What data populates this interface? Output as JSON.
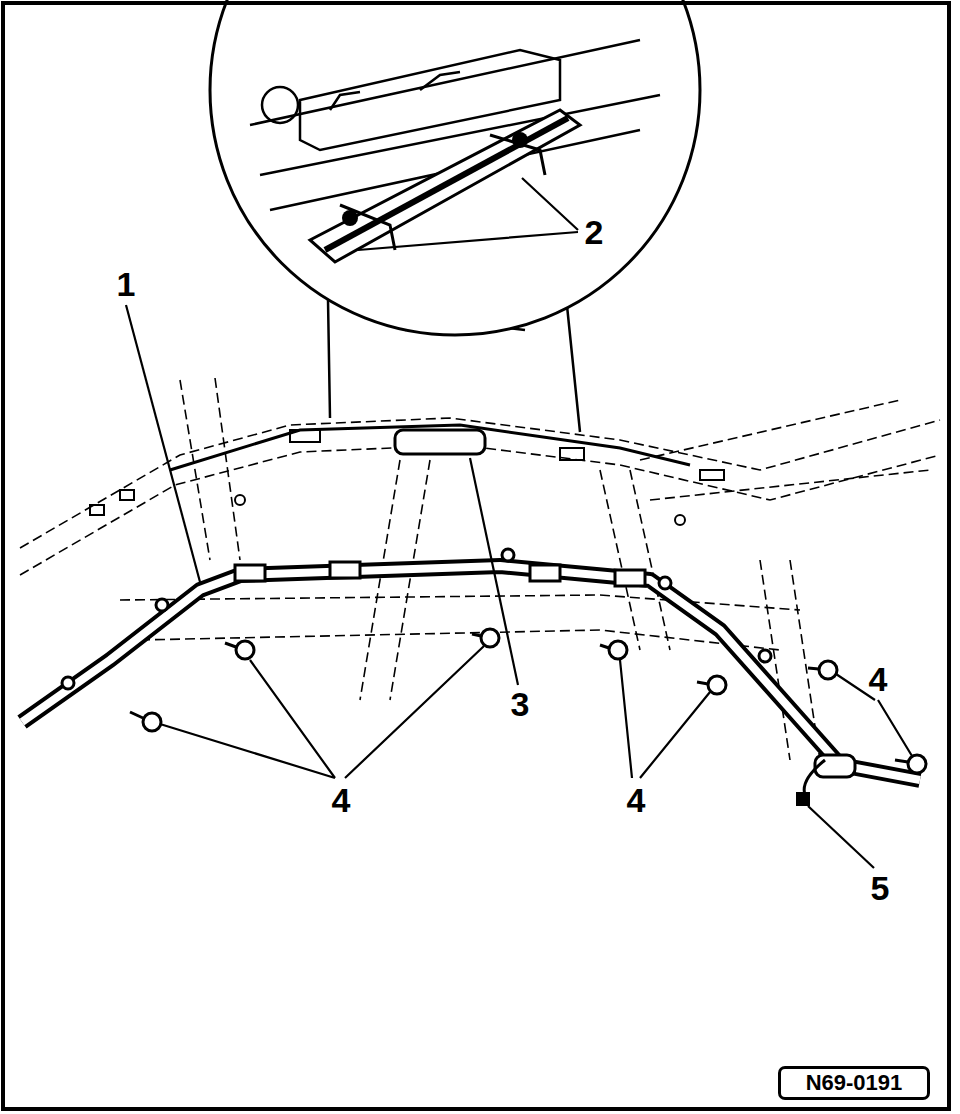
{
  "diagram": {
    "nodes": [
      {
        "text": [
          "N69-0191"
        ]
      }
    ],
    "labels": [
      "1",
      "2",
      "3",
      "4",
      "4",
      "4",
      "5"
    ]
  }
}
